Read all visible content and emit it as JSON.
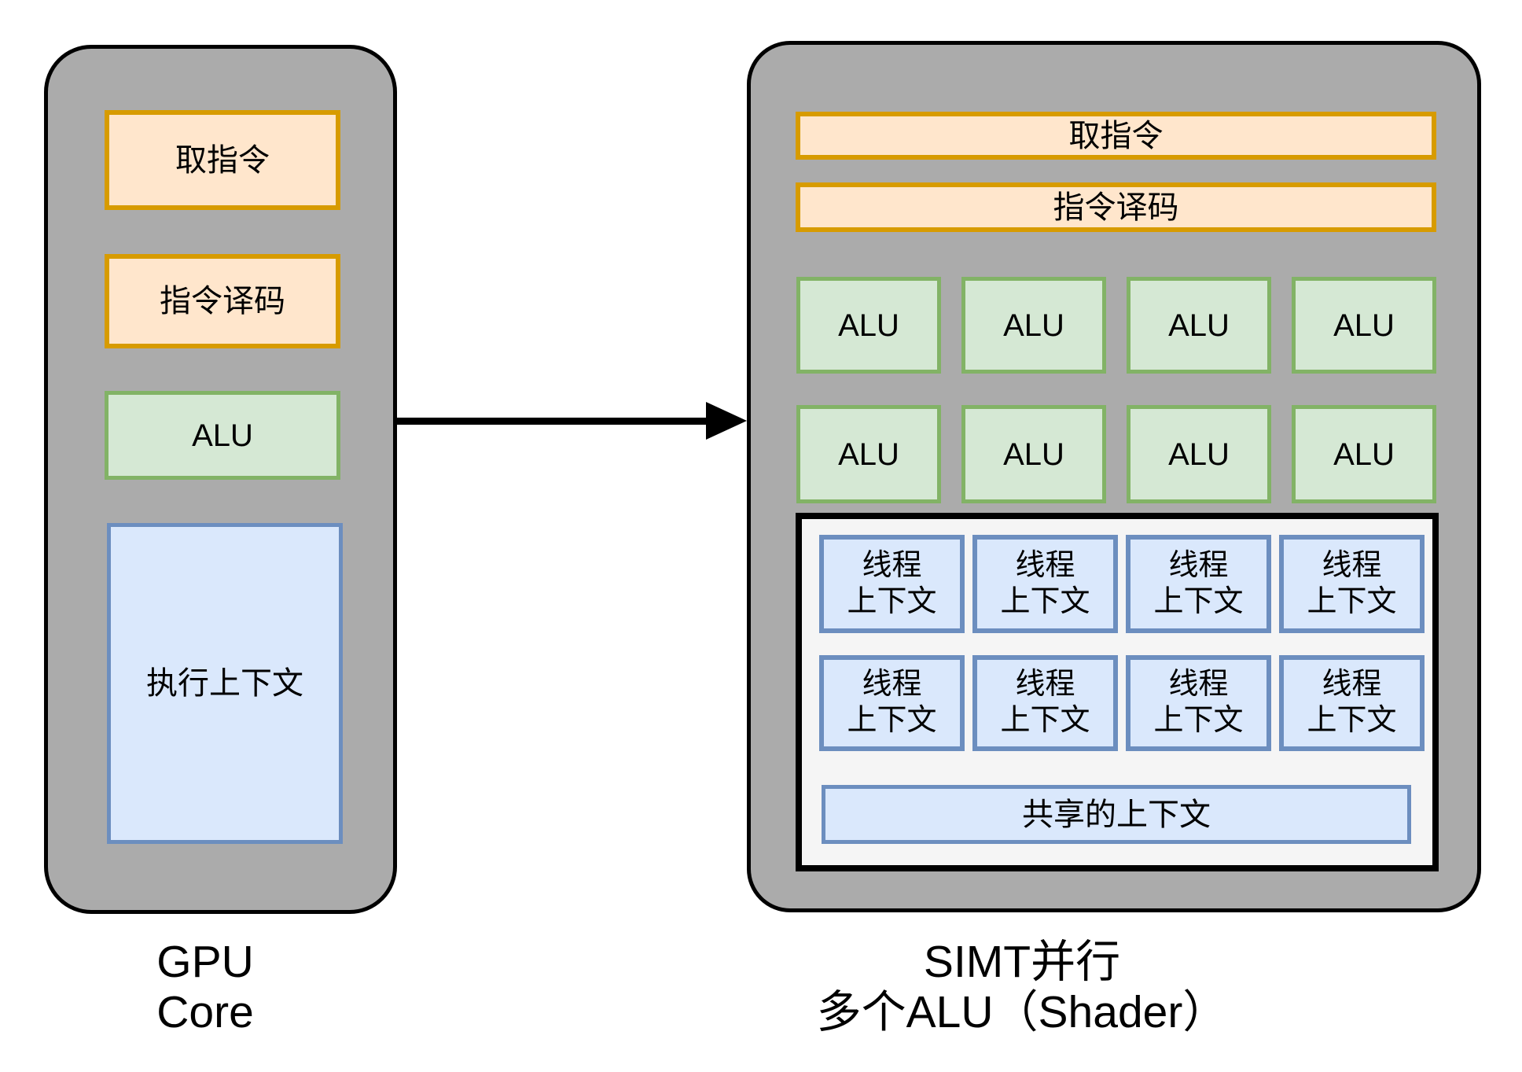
{
  "left_panel": {
    "fetch": "取指令",
    "decode": "指令译码",
    "alu": "ALU",
    "exec_context": "执行上下文",
    "caption": [
      "GPU",
      "Core"
    ]
  },
  "right_panel": {
    "fetch": "取指令",
    "decode": "指令译码",
    "alu": "ALU",
    "thread_context": [
      "线程",
      "上下文"
    ],
    "shared_context": "共享的上下文",
    "caption": [
      "SIMT并行",
      "多个ALU（Shader）"
    ]
  },
  "colors": {
    "panel_fill": "#ABABAB",
    "panel_border": "#000000",
    "orange_fill": "#FFE6CC",
    "orange_border": "#D79B00",
    "green_fill": "#D5E8D4",
    "green_border": "#82B366",
    "blue_fill": "#DAE8FC",
    "blue_border": "#6C8EBF",
    "inner_panel_fill": "#F5F5F5"
  }
}
